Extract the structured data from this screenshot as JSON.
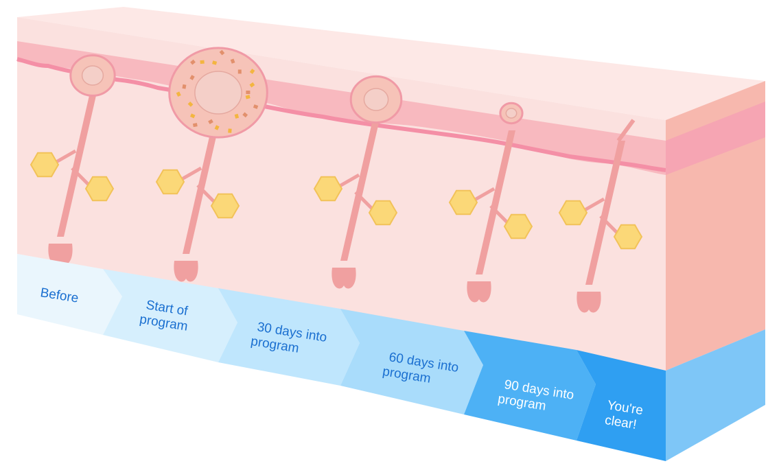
{
  "stages": [
    {
      "lines": [
        "Before"
      ]
    },
    {
      "lines": [
        "Start of",
        "program"
      ]
    },
    {
      "lines": [
        "30 days into",
        "program"
      ]
    },
    {
      "lines": [
        "60 days into",
        "program"
      ]
    },
    {
      "lines": [
        "90 days into",
        "program"
      ]
    },
    {
      "lines": [
        "You're",
        "clear!"
      ]
    }
  ],
  "colors": {
    "skin_top": "#fde1df",
    "skin_front": "#fbe1df",
    "skin_side": "#f7b8ae",
    "epidermis": "#f8a8b6",
    "dermis_band": "#f4a6b2",
    "follicle": "#f0a0a0",
    "gland": "#fbd878",
    "gland_stroke": "#f2c259",
    "band_1": "#eaf6fd",
    "band_2": "#d6effd",
    "band_3": "#bfe6fd",
    "band_4": "#a9dcfb",
    "band_5": "#4db1f5",
    "band_6": "#2f9ff2",
    "band_side": "#7ec6f7",
    "label_dark": "#1a6fd0",
    "label_light": "#ffffff"
  }
}
